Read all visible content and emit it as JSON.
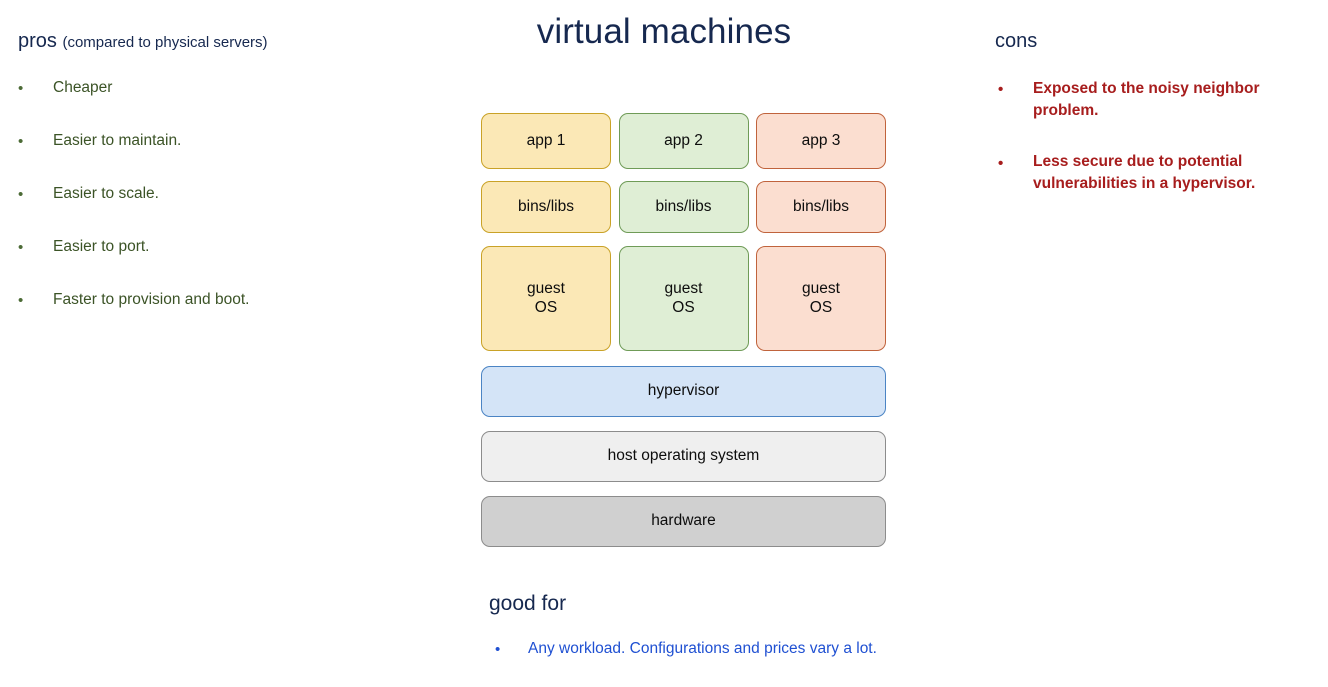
{
  "slide": {
    "title": "virtual machines"
  },
  "pros": {
    "heading": "pros",
    "heading_note": "(compared to physical servers)",
    "items": [
      "Cheaper",
      "Easier to maintain.",
      "Easier to scale.",
      "Easier to port.",
      "Faster to provision and boot."
    ],
    "bullet_glyph": "•",
    "text_color": "#3b5326"
  },
  "cons": {
    "heading": "cons",
    "items": [
      "Exposed to the noisy neighbor problem.",
      "Less secure due to potential vulnerabilities in a hypervisor."
    ],
    "bullet_glyph": "•",
    "text_color": "#a71d1d"
  },
  "good_for": {
    "heading": "good for",
    "items": [
      "Any workload. Configurations and prices vary a lot."
    ],
    "bullet_glyph": "•",
    "text_color": "#1f50d2"
  },
  "diagram": {
    "rows": [
      {
        "name": "app",
        "cells": [
          {
            "label": "app 1",
            "color": "yellow"
          },
          {
            "label": "app 2",
            "color": "green"
          },
          {
            "label": "app 3",
            "color": "red"
          }
        ]
      },
      {
        "name": "bins-libs",
        "cells": [
          {
            "label": "bins/libs",
            "color": "yellow"
          },
          {
            "label": "bins/libs",
            "color": "green"
          },
          {
            "label": "bins/libs",
            "color": "red"
          }
        ]
      },
      {
        "name": "guest-os",
        "cells": [
          {
            "label": "guest\nOS",
            "color": "yellow"
          },
          {
            "label": "guest\nOS",
            "color": "green"
          },
          {
            "label": "guest\nOS",
            "color": "red"
          }
        ]
      }
    ],
    "hypervisor": {
      "label": "hypervisor",
      "color": "blue"
    },
    "host_os": {
      "label": "host operating system",
      "color": "white"
    },
    "hardware": {
      "label": "hardware",
      "color": "gray"
    },
    "palette": {
      "yellow_fill": "#fbe8b6",
      "yellow_border": "#c9a227",
      "green_fill": "#dfeed5",
      "green_border": "#6f9b57",
      "red_fill": "#fbded0",
      "red_border": "#c0633c",
      "blue_fill": "#d4e4f7",
      "blue_border": "#4b84c4",
      "white_fill": "#efefef",
      "gray_fill": "#d0d0d0",
      "gray_border": "#8c8c8c"
    },
    "heading_color": "#16284f"
  }
}
